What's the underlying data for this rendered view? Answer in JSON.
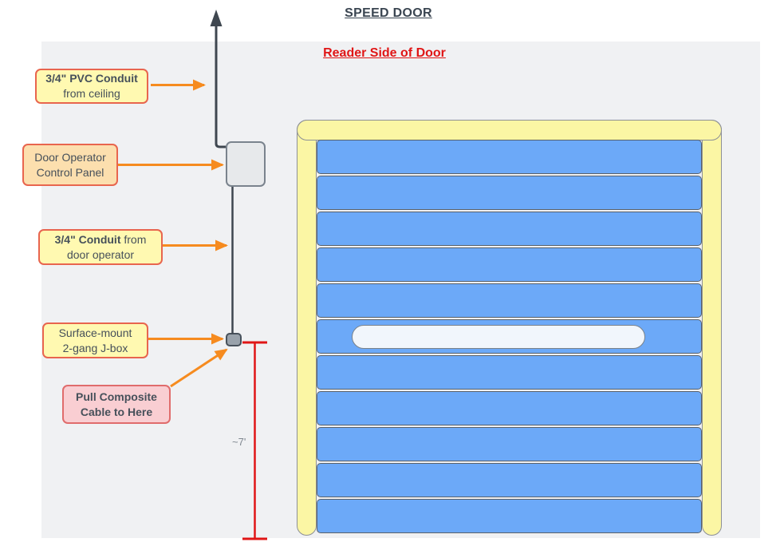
{
  "header": {
    "title": "SPEED DOOR",
    "subtitle": "Reader Side of Door"
  },
  "callouts": [
    {
      "name": "pvc-conduit-from-ceiling-label",
      "style": "yellow",
      "lines": [
        [
          {
            "text": "3/4\" PVC Conduit",
            "bold": true
          }
        ],
        [
          {
            "text": "from ceiling",
            "bold": false
          }
        ]
      ]
    },
    {
      "name": "door-operator-control-panel-label",
      "style": "orange",
      "lines": [
        [
          {
            "text": "Door Operator",
            "bold": false
          }
        ],
        [
          {
            "text": "Control Panel",
            "bold": false
          }
        ]
      ]
    },
    {
      "name": "conduit-from-door-operator-label",
      "style": "yellow",
      "lines": [
        [
          {
            "text": "3/4\" Conduit",
            "bold": true
          },
          {
            "text": " from",
            "bold": false
          }
        ],
        [
          {
            "text": "door operator",
            "bold": false
          }
        ]
      ]
    },
    {
      "name": "surface-mount-jbox-label",
      "style": "yellow",
      "lines": [
        [
          {
            "text": "Surface-mount",
            "bold": false
          }
        ],
        [
          {
            "text": "2-gang J-box",
            "bold": false
          }
        ]
      ]
    },
    {
      "name": "pull-composite-cable-label",
      "style": "pink",
      "lines": [
        [
          {
            "text": "Pull Composite",
            "bold": true
          }
        ],
        [
          {
            "text": "Cable to Here",
            "bold": true
          }
        ]
      ]
    }
  ],
  "dimension": {
    "label": "~7'"
  },
  "door": {
    "slat_count": 11,
    "vision_slat_index": 5
  },
  "colors": {
    "bg_panel": "#F0F1F3",
    "title_color": "#3A4551",
    "red": "#E01616",
    "callout_text": "#46505A",
    "yellow_fill": "#FFF9B1",
    "orange_fill": "#FCDFAE",
    "pink_fill": "#F9CED2",
    "orange_border": "#E8654E",
    "pink_border": "#E06C6C",
    "arrow_orange": "#F68B1F",
    "conduit_dark": "#3F4750",
    "panel_box_fill": "#E7E9EB",
    "panel_box_border": "#7A838D",
    "jbox_fill": "#99A2AB",
    "jbox_border": "#47515B",
    "door_yellow": "#FBF6A4",
    "door_yellow_border": "#8D9096",
    "slat_blue": "#6CA9F8",
    "slat_border": "#59616A",
    "vision_fill": "#F1F6FC",
    "vision_border": "#7A828A",
    "dim_text": "#7E868E"
  }
}
